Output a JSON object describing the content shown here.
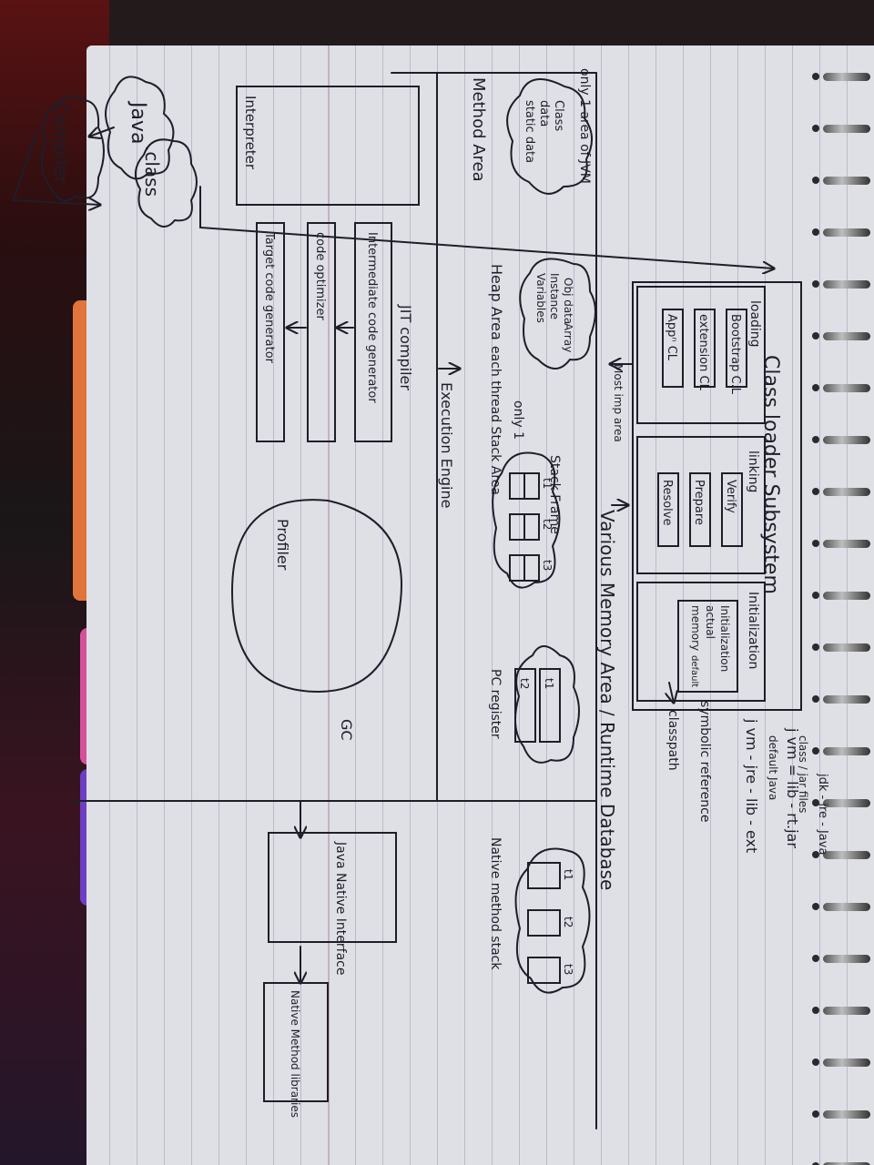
{
  "title": "Class loader Subsystem",
  "subsystem": {
    "loading_label": "loading",
    "loaders": [
      "Bootstrap C.L",
      "extension CL",
      "Appⁿ CL"
    ],
    "linking_label": "linking",
    "linking_steps": [
      "Verify",
      "Prepare",
      "Resolve"
    ],
    "init_label": "Initialization",
    "init_box": [
      "Initialization",
      "actual",
      "memory",
      "default"
    ]
  },
  "flow": {
    "java": "Java",
    "compiler": "Compiler",
    "class": ".class"
  },
  "notes": {
    "jvm_path1": "j vm = lib - rt.jar",
    "jvm_path2": "j vm - jre - lib - ext",
    "jvm_path3": "jdk - jre - Java",
    "default_java": "default Java",
    "jar_files": "class / jar files",
    "symbolic": "symbolic reference",
    "classpath": "classpath"
  },
  "memory": {
    "header": "Various Memory Area / Runtime Database",
    "method_area": {
      "cloud": [
        "Class",
        "data",
        "static data"
      ],
      "caption1": "only 1 area of JVM",
      "caption2": "Method Area",
      "most_imp": "Most imp area"
    },
    "heap_area": {
      "cloud": [
        "Obj data",
        "Instance",
        "Variables",
        "Array"
      ],
      "caption": "Heap Area",
      "only": "only 1",
      "each_thread": "each thread Stack Area"
    },
    "stack_area": {
      "title": "Stack Frame",
      "threads": [
        "t1",
        "t2",
        "t3"
      ]
    },
    "pc_register": {
      "cells": [
        "t1",
        "t2"
      ],
      "caption": "PC register"
    },
    "native_stack": {
      "threads": [
        "t1",
        "t2",
        "t3"
      ],
      "caption": "Native method stack"
    }
  },
  "engine": {
    "caption": "Execution Engine",
    "interpreter": "Interpreter",
    "jit_title": "JIT compiler",
    "jit_steps": [
      "Intermediate code generator",
      "code optimizer",
      "Target code generator"
    ],
    "profiler": "Profiler",
    "gc": "GC"
  },
  "native": {
    "interface": "Java Native Interface",
    "libraries": "Native Method libraries"
  }
}
